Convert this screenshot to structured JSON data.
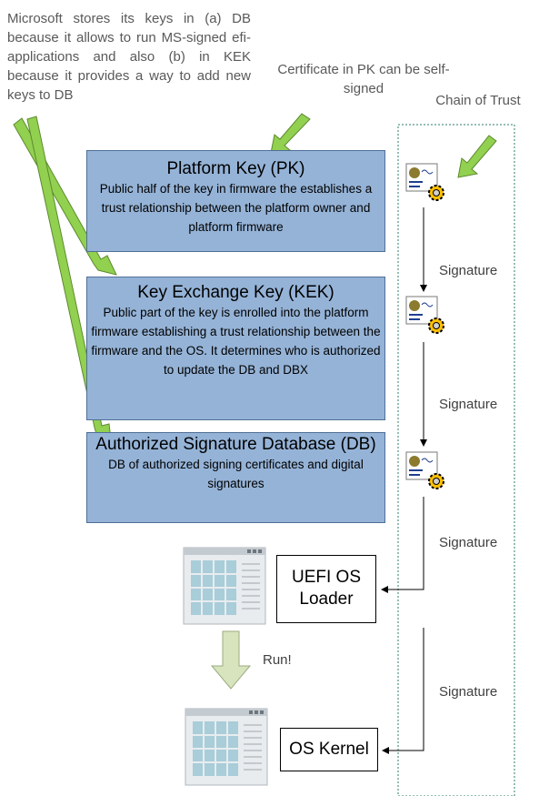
{
  "notes": {
    "microsoft": "Microsoft stores its keys in (a) DB because it allows to run MS-signed efi-applications and also (b) in KEK because it provides a way to add new keys to DB",
    "pk_self_signed": "Certificate in PK can be self-signed",
    "chain_title": "Chain of Trust"
  },
  "keys": {
    "pk": {
      "title": "Platform Key (PK)",
      "description": "Public half of the key in firmware the establishes a trust relationship between the platform owner and platform firmware"
    },
    "kek": {
      "title": "Key Exchange Key (KEK)",
      "description": "Public part of the key is enrolled into the platform firmware establishing a trust relationship between the firmware and the OS. It determines who is authorized to update the DB and DBX"
    },
    "db": {
      "title": "Authorized Signature Database (DB)",
      "description": "DB of authorized signing certificates and digital signatures"
    }
  },
  "chain": {
    "signature_labels": [
      "Signature",
      "Signature",
      "Signature",
      "Signature"
    ],
    "run_label": "Run!"
  },
  "loaders": {
    "uefi": "UEFI OS Loader",
    "kernel": "OS Kernel"
  },
  "colors": {
    "key_box_fill": "#95b3d7",
    "green_arrow": "#92d050",
    "run_arrow": "#d7e4bd",
    "certificate_seal": "#8c7a2e",
    "gear": "#ffc000"
  },
  "icons": [
    "certificate-icon",
    "gear-seal-icon",
    "application-window-icon"
  ]
}
